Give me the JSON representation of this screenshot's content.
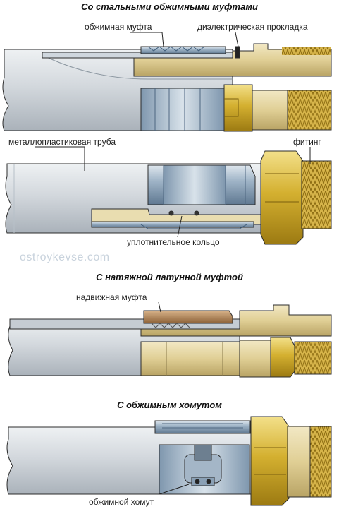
{
  "sections": [
    {
      "title": "Со стальными обжимными муфтами",
      "labels": {
        "crimp_sleeve": "обжимная муфта",
        "dielectric_gasket": "диэлектрическая прокладка",
        "metal_plastic_pipe": "металлопластиковая труба",
        "fitting": "фитинг",
        "o_ring": "уплотнительное кольцо"
      }
    },
    {
      "title": "С натяжной латунной муфтой",
      "labels": {
        "sliding_sleeve": "надвижная муфта"
      }
    },
    {
      "title": "С обжимным хомутом",
      "labels": {
        "crimp_clamp": "обжимной хомут"
      }
    }
  ],
  "watermark": "ostroykevse.com",
  "colors": {
    "pipe": "#d5dadf",
    "steel": "#8fa7c0",
    "brass": "#c8a21a",
    "brass_light": "#e7cf6a",
    "bronze": "#b58a5a",
    "outline": "#2c2c2c"
  }
}
